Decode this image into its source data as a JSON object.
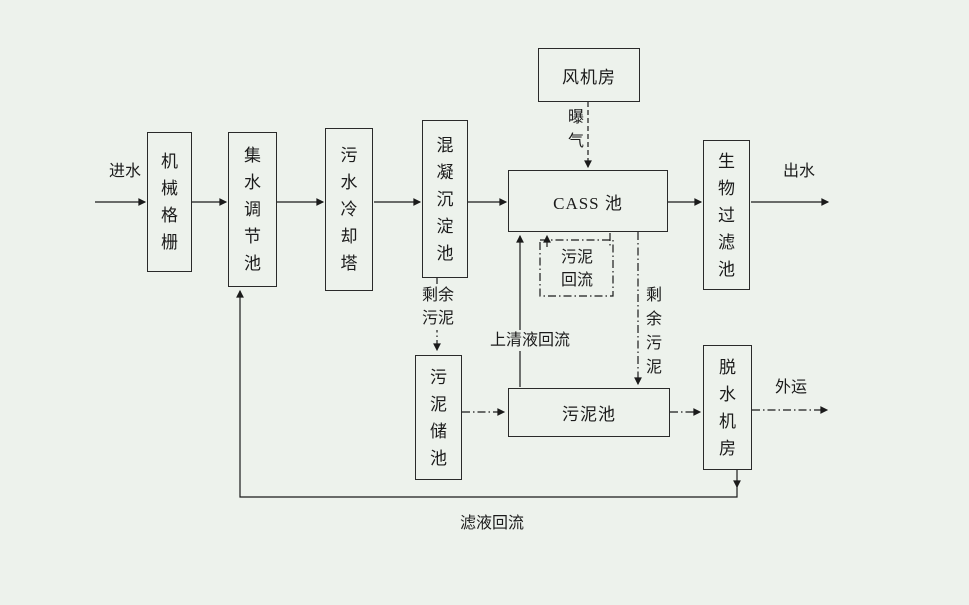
{
  "diagram": {
    "colors": {
      "background": "#edf2ec",
      "line": "#1b1b1b"
    },
    "boxes": {
      "fan_room": "风机房",
      "mechanical_screen": "机械格栅",
      "collecting_regulating_tank": "集水调节池",
      "sewage_cooling_tower": "污水冷却塔",
      "coagulation_sedimentation_tank": "混凝沉淀池",
      "cass_tank": "CASS 池",
      "biological_filter_tank": "生物过滤池",
      "sludge_storage_tank": "污泥储池",
      "sludge_tank": "污泥池",
      "dewatering_room": "脱水机房"
    },
    "flow_labels": {
      "influent": "进水",
      "effluent": "出水",
      "aeration": "曝气",
      "excess_sludge_from_coagulation": "剩余污泥",
      "excess_sludge_from_cass": "剩余污泥",
      "sludge_return": "污泥回流",
      "supernatant_return": "上清液回流",
      "external_transport": "外运",
      "filtrate_return": "滤液回流"
    }
  }
}
